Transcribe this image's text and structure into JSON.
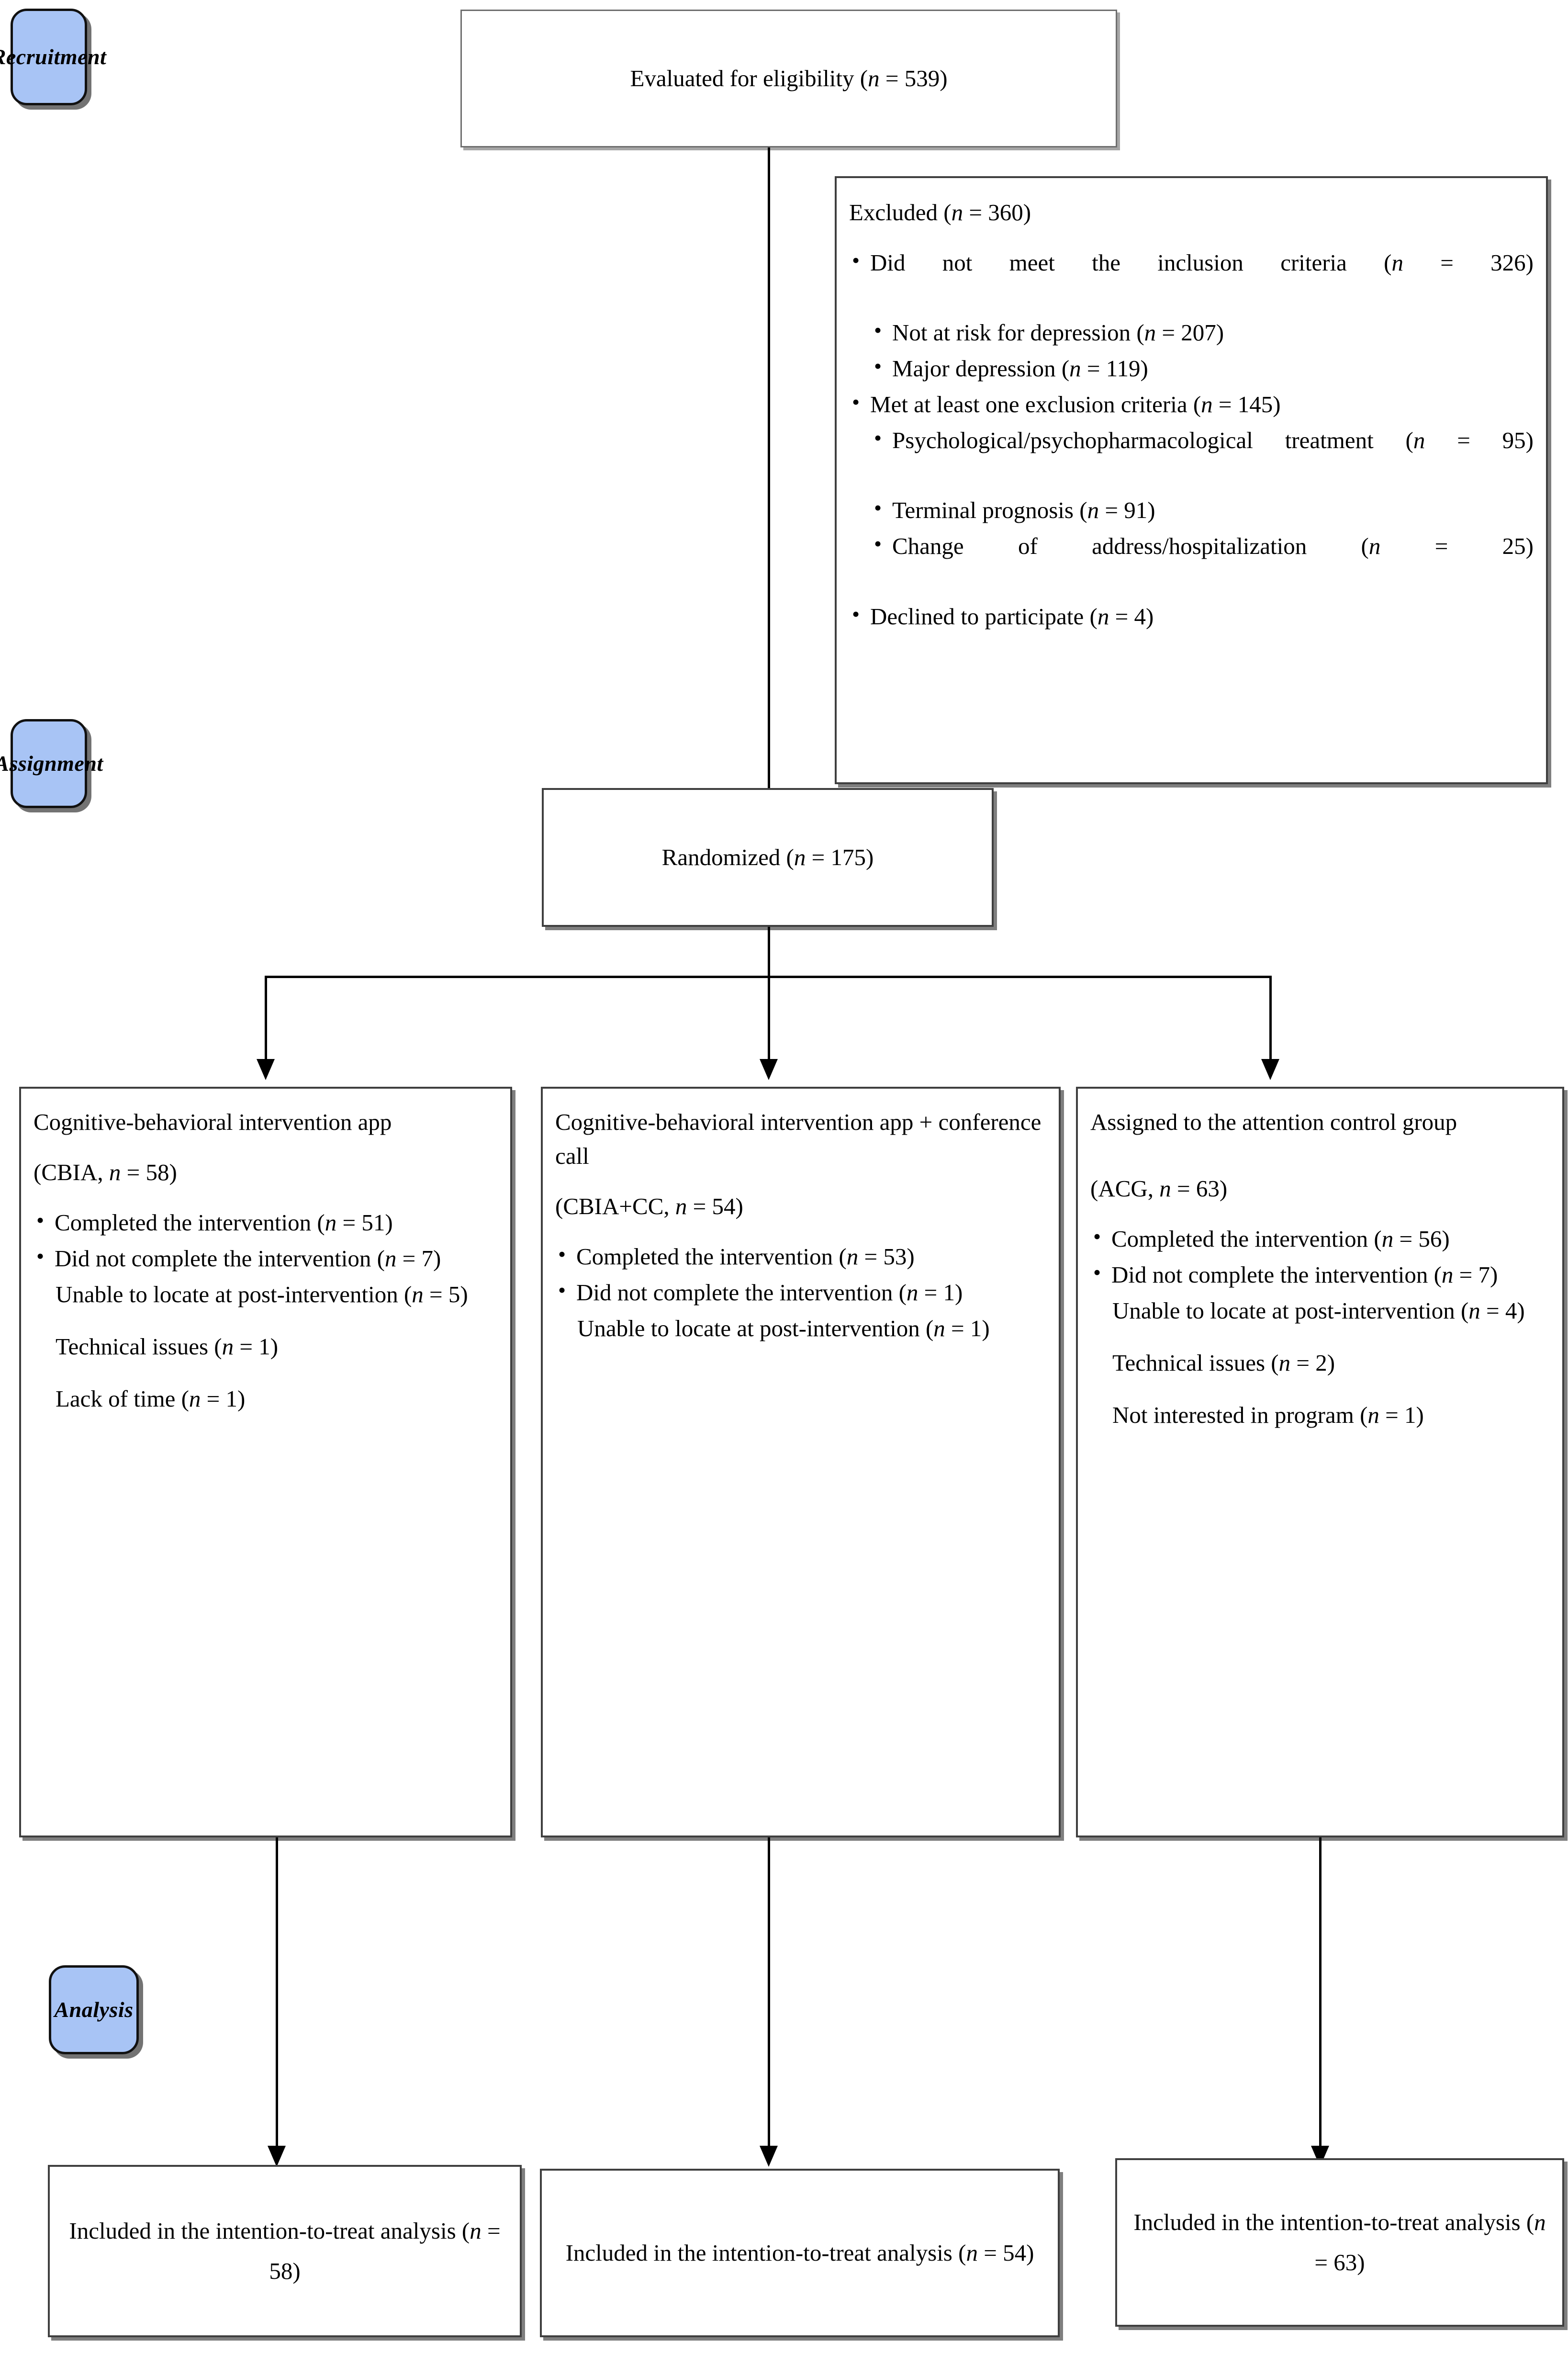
{
  "stages": [
    {
      "label": "Recruitment"
    },
    {
      "label": "Assignment"
    },
    {
      "label": "Analysis"
    }
  ],
  "colors": {
    "badge_fill": "#A8C4F5",
    "box_border": "#3f3f3f",
    "line": "#000000"
  },
  "eligibility": {
    "text": "Evaluated for eligibility (n = 539)",
    "label": "Evaluated for eligibility",
    "n": "539"
  },
  "excluded": {
    "title": "Excluded (n = 360)",
    "n": "360",
    "items": [
      {
        "level": 1,
        "text": "Did not meet the inclusion criteria (n = 326)",
        "n": "326"
      },
      {
        "level": 2,
        "text": "Not at risk for depression (n = 207)",
        "n": "207"
      },
      {
        "level": 2,
        "text": "Major depression (n = 119)",
        "n": "119"
      },
      {
        "level": 1,
        "text": "Met at least one exclusion criteria (n = 145)",
        "n": "145"
      },
      {
        "level": 2,
        "text": "Psychological/psychopharmacological treatment (n = 95)",
        "n": "95"
      },
      {
        "level": 2,
        "text": "Terminal prognosis (n = 91)",
        "n": "91"
      },
      {
        "level": 2,
        "text": "Change of address/hospitalization (n = 25)",
        "n": "25"
      },
      {
        "level": 1,
        "text": "Declined to participate (n = 4)",
        "n": "4"
      }
    ]
  },
  "randomized": {
    "text": "Randomized (n = 175)",
    "label": "Randomized",
    "n": "175"
  },
  "arms": [
    {
      "id": "cbia",
      "title": "Cognitive-behavioral intervention app",
      "subtitle": "(CBIA, n = 58)",
      "n": "58",
      "items": [
        {
          "kind": "bullet",
          "text": "Completed the intervention (n = 51)",
          "n": "51"
        },
        {
          "kind": "bullet",
          "text": "Did not complete the intervention (n = 7)",
          "n": "7"
        },
        {
          "kind": "sub",
          "text": "Unable to locate at post-intervention (n = 5)",
          "n": "5"
        },
        {
          "kind": "sub",
          "text": "Technical issues (n = 1)",
          "n": "1"
        },
        {
          "kind": "sub",
          "text": "Lack of time (n = 1)",
          "n": "1"
        }
      ],
      "outcome": "Included in the intention-to-treat analysis (n = 58)",
      "outcome_n": "58"
    },
    {
      "id": "cbia-cc",
      "title": "Cognitive-behavioral intervention app + conference call",
      "subtitle": "(CBIA+CC, n = 54)",
      "n": "54",
      "items": [
        {
          "kind": "bullet",
          "text": "Completed the intervention (n = 53)",
          "n": "53"
        },
        {
          "kind": "bullet",
          "text": "Did not complete the intervention (n = 1)",
          "n": "1"
        },
        {
          "kind": "sub",
          "text": "Unable to locate at post-intervention (n = 1)",
          "n": "1"
        }
      ],
      "outcome": "Included in the intention-to-treat analysis (n = 54)",
      "outcome_n": "54"
    },
    {
      "id": "acg",
      "title": "Assigned to the attention control group",
      "subtitle": "(ACG, n = 63)",
      "n": "63",
      "items": [
        {
          "kind": "bullet",
          "text": "Completed the intervention (n = 56)",
          "n": "56"
        },
        {
          "kind": "bullet",
          "text": "Did not complete the intervention (n = 7)",
          "n": "7"
        },
        {
          "kind": "sub",
          "text": "Unable to locate at post-intervention (n = 4)",
          "n": "4"
        },
        {
          "kind": "sub",
          "text": "Technical issues (n = 2)",
          "n": "2"
        },
        {
          "kind": "sub",
          "text": "Not interested in program (n = 1)",
          "n": "1"
        }
      ],
      "outcome": "Included in the intention-to-treat analysis (n = 63)",
      "outcome_n": "63"
    }
  ]
}
